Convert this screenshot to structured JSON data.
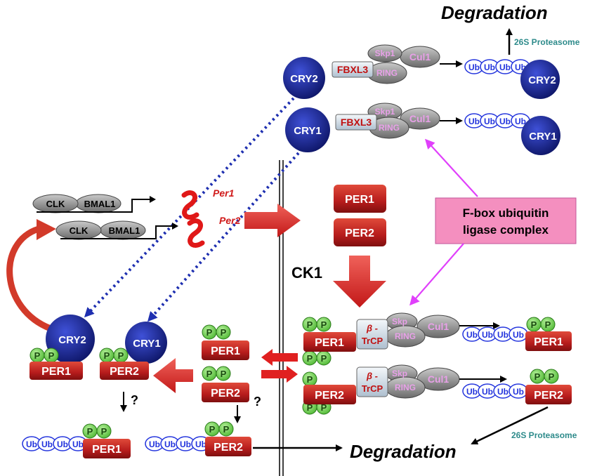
{
  "labels": {
    "degradation_top": "Degradation",
    "degradation_bottom": "Degradation",
    "proteasome_top": "26S Proteasome",
    "proteasome_bottom": "26S Proteasome",
    "ck1": "CK1",
    "fbox_line1": "F-box ubiquitin",
    "fbox_line2": "ligase complex",
    "per1_gene": "Per1",
    "per2_gene": "Per2",
    "question": "?",
    "beta": "β -",
    "trcp": "TrCP"
  },
  "proteins": {
    "cry1": "CRY1",
    "cry2": "CRY2",
    "per1": "PER1",
    "per2": "PER2",
    "clk": "CLK",
    "bmal1": "BMAL1",
    "fbxl3": "FBXL3",
    "skp1": "Skp1",
    "skp": "Skp",
    "ring": "RING",
    "cul1": "Cul1",
    "ub": "Ub",
    "p": "P"
  },
  "colors": {
    "cry": "#1a237e",
    "per": "#b71c1c",
    "arrow_red": "#d32f2f",
    "dotted_blue": "#1e2fb0",
    "magenta": "#e040fb",
    "pink_box": "#f48fbf",
    "proteasome_text": "#2e8b8b",
    "phospho": "#7cd85a",
    "ub": "#2233dd"
  }
}
